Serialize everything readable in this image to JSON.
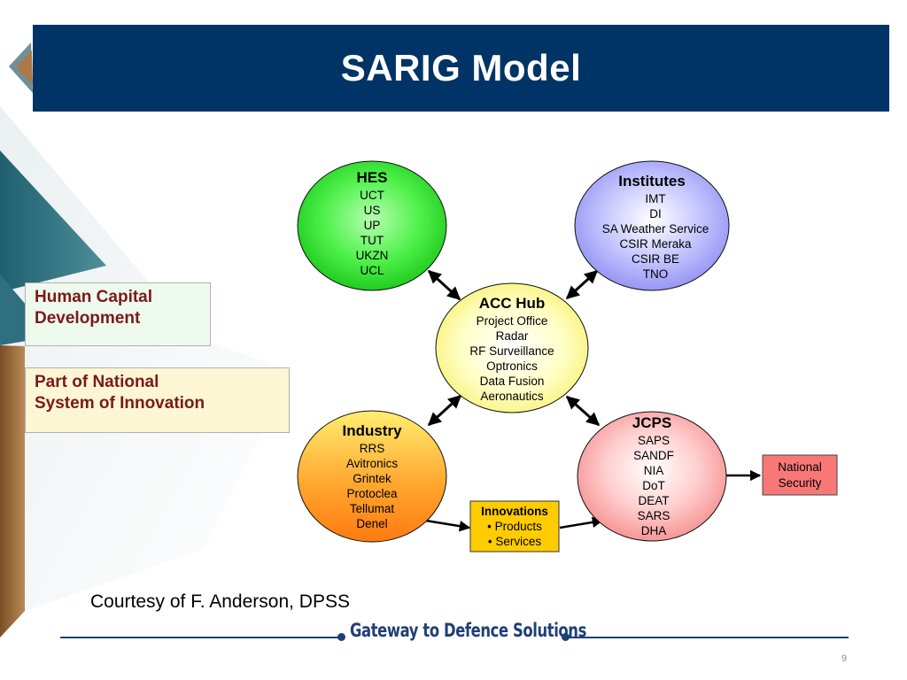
{
  "slide": {
    "title": "SARIG Model",
    "credit": "Courtesy of F. Anderson, DPSS",
    "tagline": "Gateway to Defence Solutions",
    "page_number": "9"
  },
  "side_boxes": {
    "human_capital": [
      "Human Capital",
      "Development"
    ],
    "national_system": [
      "Part of National",
      "System of Innovation"
    ]
  },
  "nodes": {
    "hes": {
      "title": "HES",
      "items": [
        "UCT",
        "US",
        "UP",
        "TUT",
        "UKZN",
        "UCL"
      ]
    },
    "institutes": {
      "title": "Institutes",
      "items": [
        "IMT",
        "DI",
        "SA Weather Service",
        "CSIR Meraka",
        "CSIR BE",
        "TNO"
      ]
    },
    "acc_hub": {
      "title": "ACC Hub",
      "items": [
        "Project Office",
        "Radar",
        "RF Surveillance",
        "Optronics",
        "Data Fusion",
        "Aeronautics"
      ]
    },
    "industry": {
      "title": "Industry",
      "items": [
        "RRS",
        "Avitronics",
        "Grintek",
        "Protoclea",
        "Tellumat",
        "Denel"
      ]
    },
    "jcps": {
      "title": "JCPS",
      "items": [
        "SAPS",
        "SANDF",
        "NIA",
        "DoT",
        "DEAT",
        "SARS",
        "DHA"
      ]
    }
  },
  "innovations_box": {
    "title": "Innovations",
    "items": [
      "• Products",
      "• Services"
    ]
  },
  "security_box": {
    "lines": [
      "National",
      "Security"
    ]
  }
}
